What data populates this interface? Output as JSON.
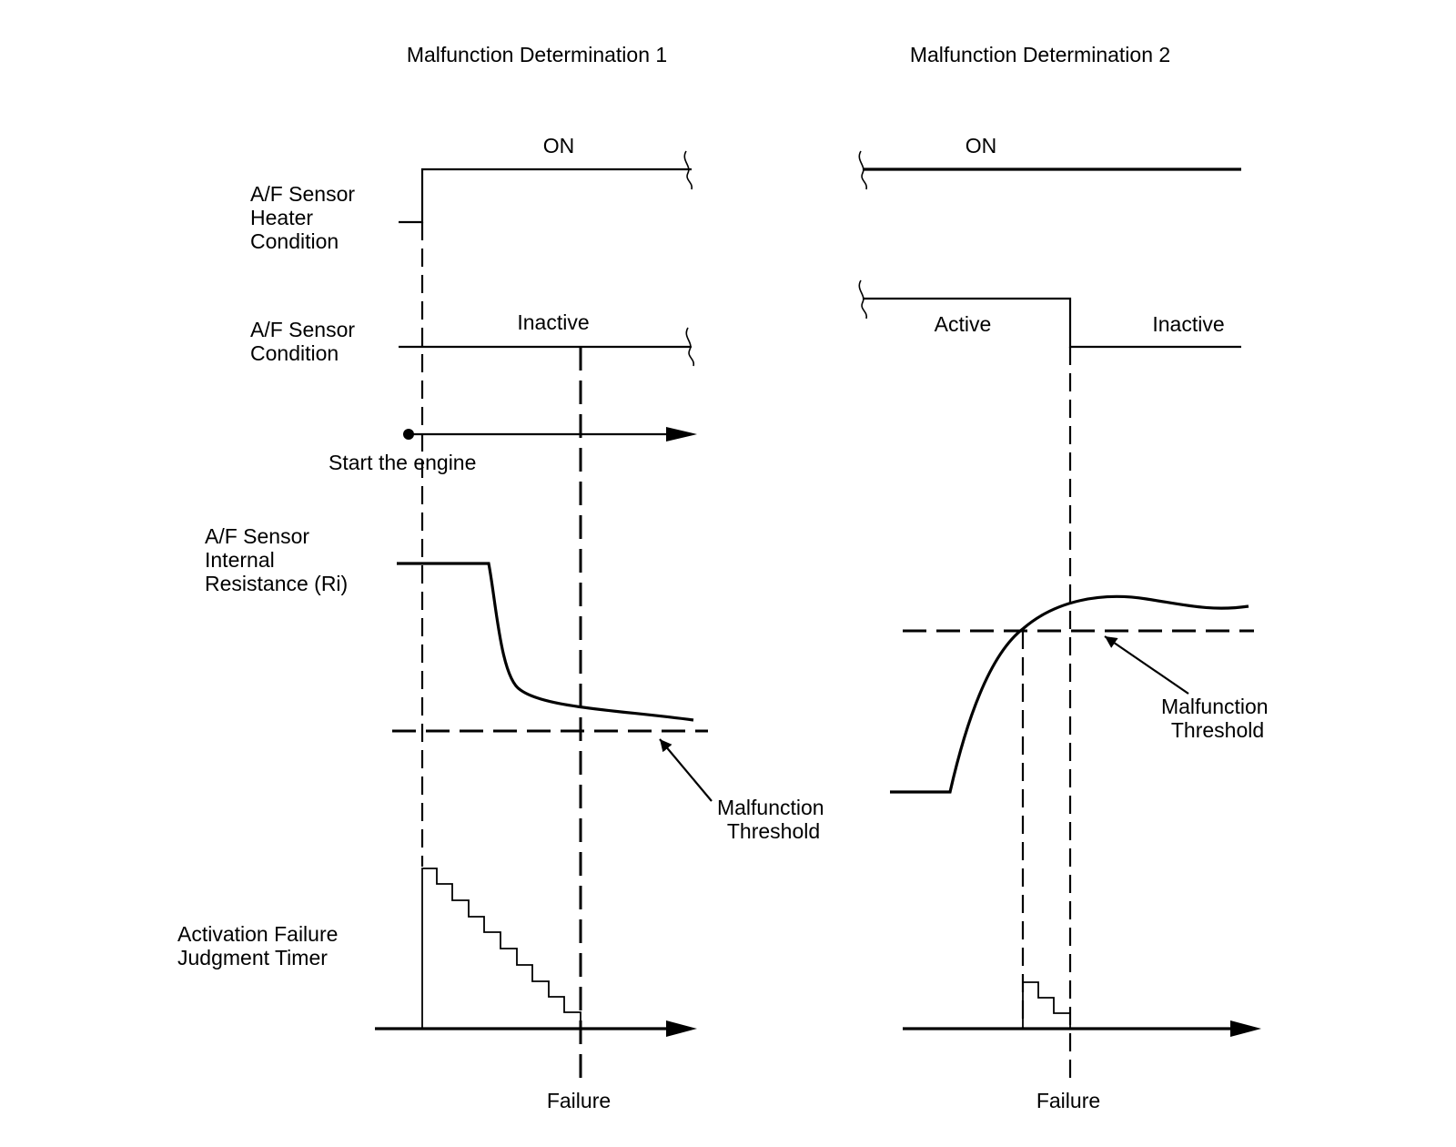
{
  "panel1": {
    "title": "Malfunction Determination 1",
    "heater_state": "ON",
    "sensor_state": "Inactive",
    "start_label": "Start the engine",
    "threshold_label": [
      "Malfunction",
      "Threshold"
    ],
    "failure_label": "Failure"
  },
  "panel2": {
    "title": "Malfunction Determination 2",
    "heater_state": "ON",
    "sensor_state_before": "Active",
    "sensor_state_after": "Inactive",
    "threshold_label": [
      "Malfunction",
      "Threshold"
    ],
    "failure_label": "Failure"
  },
  "row_labels": {
    "heater": [
      "A/F Sensor",
      "Heater",
      "Condition"
    ],
    "sensor": [
      "A/F Sensor",
      "Condition"
    ],
    "resistance": [
      "A/F Sensor",
      "Internal",
      "Resistance (Ri)"
    ],
    "timer": [
      "Activation Failure",
      "Judgment Timer"
    ]
  }
}
